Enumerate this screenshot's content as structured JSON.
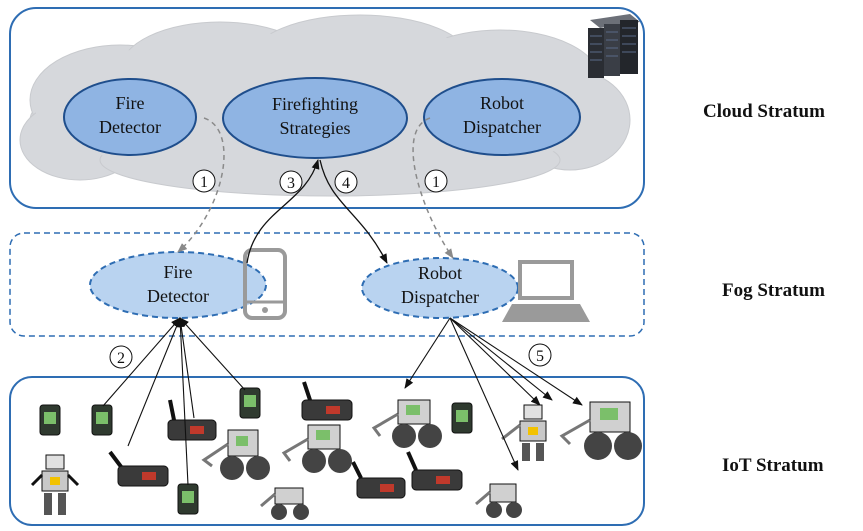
{
  "strata": {
    "cloud": {
      "label": "Cloud Stratum"
    },
    "fog": {
      "label": "Fog Stratum"
    },
    "iot": {
      "label": "IoT Stratum"
    }
  },
  "cloud_nodes": {
    "fire_detector": {
      "line1": "Fire",
      "line2": "Detector"
    },
    "firefighting_strategies": {
      "line1": "Firefighting",
      "line2": "Strategies"
    },
    "robot_dispatcher": {
      "line1": "Robot",
      "line2": "Dispatcher"
    }
  },
  "fog_nodes": {
    "fire_detector": {
      "line1": "Fire",
      "line2": "Detector"
    },
    "robot_dispatcher": {
      "line1": "Robot",
      "line2": "Dispatcher"
    }
  },
  "steps": {
    "s1a": "1",
    "s1b": "1",
    "s2": "2",
    "s3": "3",
    "s4": "4",
    "s5": "5"
  },
  "icons": [
    "server-rack-icon",
    "smartphone-icon",
    "laptop-icon",
    "sensor-device-icon",
    "robot-icon"
  ],
  "colors": {
    "stratum_border": "#2e6db3",
    "node_fill": "#8fb4e3",
    "node_stroke": "#1f4e8c",
    "fog_node_fill": "#b9d3f0",
    "cloud_fill": "#d6d8dc"
  }
}
